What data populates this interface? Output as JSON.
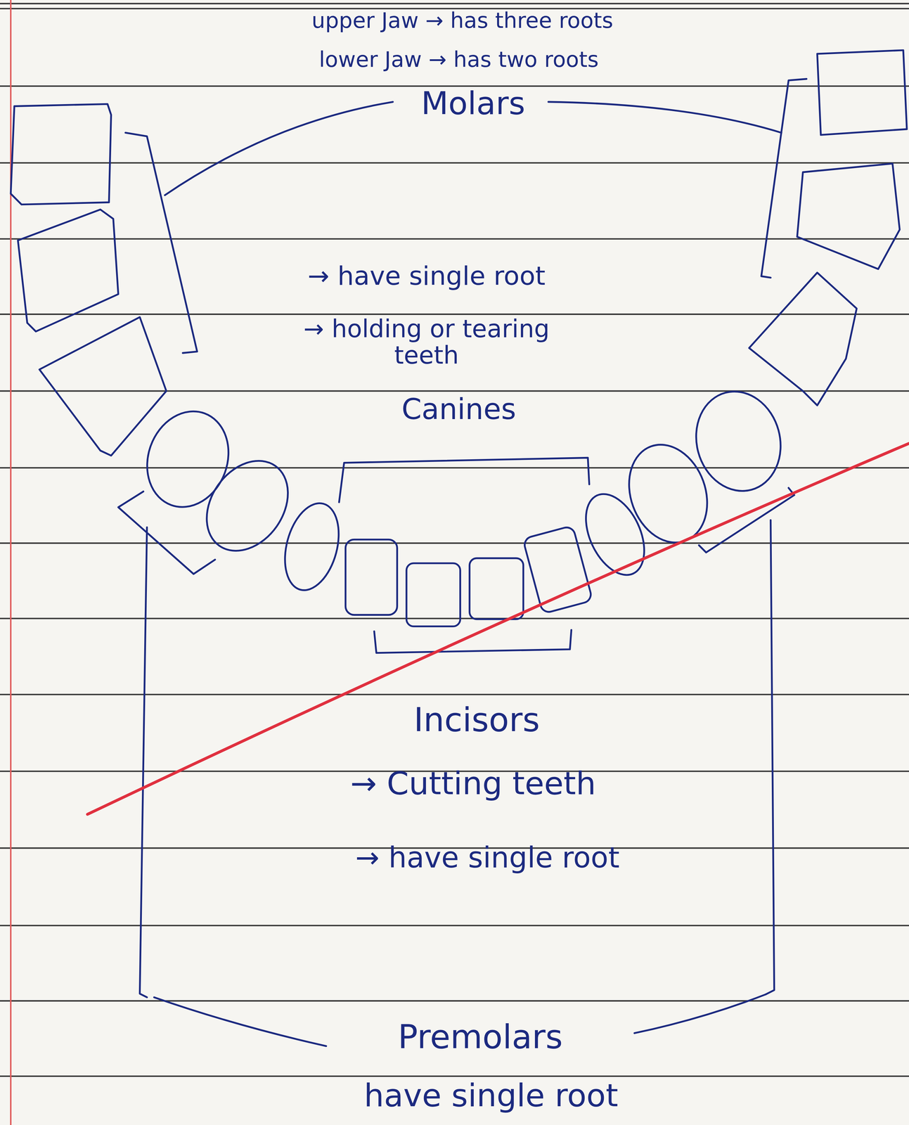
{
  "diagram": {
    "labels": [
      "upper Jaw → has three roots",
      "lower Jaw → has two roots",
      "Molars",
      "→ have single root",
      "→ holding or tearing teeth",
      "Canines",
      "Incisors",
      "→ Cutting teeth",
      "→ have single root",
      "Premolars",
      "have single root"
    ]
  }
}
